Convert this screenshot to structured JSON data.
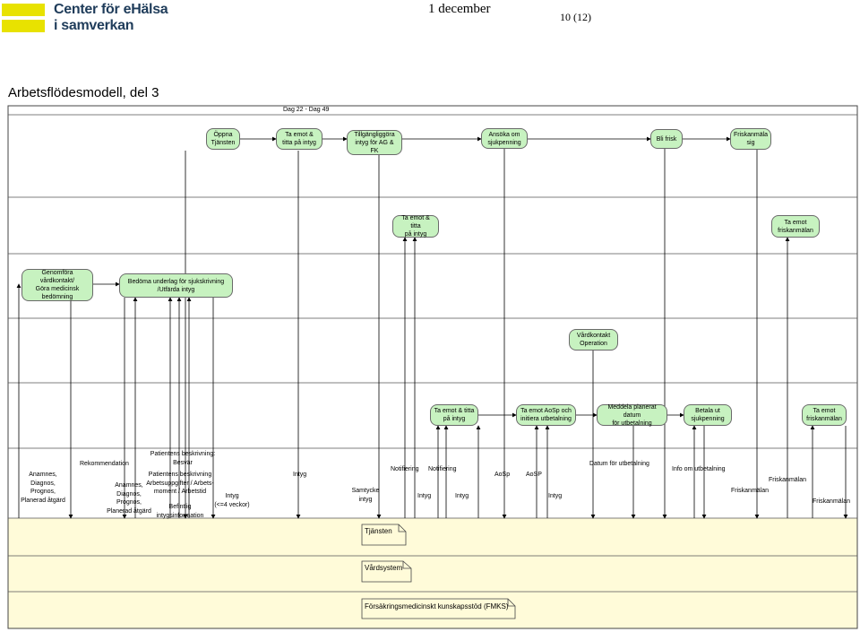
{
  "logo": {
    "line1": "Center för eHälsa",
    "line2": "i samverkan",
    "bar_color": "#e8e200",
    "text_color": "#1f3c5a"
  },
  "header": {
    "date": "1 december",
    "page": "10 (12)"
  },
  "title": "Arbetsflödesmodell, del 3",
  "diagram": {
    "period": "Dag 22 - Dag 49",
    "lane_color": "#fffbd9",
    "box_color": "#c7f2c0",
    "activities": {
      "oppna": "Öppna\nTjänsten",
      "ta_emot_intyg_p": "Ta emot &\ntitta på intyg",
      "tillgangliggora": "Tillgängliggöra\nintyg för AG & FK",
      "ansoka": "Ansöka om\nsjukpenning",
      "bli_frisk": "Bli frisk",
      "friskanmala": "Friskanmäla\nsig",
      "ag_ta_emot_intyg": "Ta emot & titta\npå intyg",
      "ag_ta_emot_frisk": "Ta emot\nfriskanmälan",
      "genomfora": "Genomföra vårdkontakt/\nGöra medicinsk\nbedömning",
      "bedoma": "Bedöma underlag för sjukskrivning\n/Utfärda intyg",
      "vardkontakt": "Vårdkontakt\nOperation",
      "fk_ta_emot_intyg": "Ta emot & titta\npå intyg",
      "fk_aosp": "Ta emot AoSp och\ninitiera utbetalning",
      "meddela": "Meddela planerat datum\nför utbetalning",
      "betala": "Betala ut\nsjukpenning",
      "fk_ta_emot_frisk": "Ta emot\nfriskanmälan"
    },
    "flow_labels": {
      "anamnes1": "Anamnes,\nDiagnos,\nPrognos,\nPlanerad åtgärd",
      "rekommendation": "Rekommendation",
      "anamnes2": "Anamnes,\nDiagnos,\nPrognos,\nPlanerad åtgärd",
      "besvar": "Patientens beskrivning:\nBesvär",
      "arbetsupp": "Patientens beskrivning\nArbetsuppgifter / Arbets-\nmoment / Arbetstid",
      "befintlig": "Befintlig\nintygsinformation",
      "intyg_veckor": "Intyg\n(<=4 veckor)",
      "intyg1": "Intyg",
      "samtycke": "Samtycke\nintyg",
      "notifiering1": "Notifiering",
      "notifiering2": "Notifiering",
      "intyg2": "Intyg",
      "intyg3": "Intyg",
      "aosp1": "AoSp",
      "aosp2": "AoSP",
      "intyg4": "Intyg",
      "datum": "Datum för utbetalning",
      "info": "Info om utbetalning",
      "frisk1": "Friskanmälan",
      "frisk2": "Friskanmälan",
      "frisk3": "Friskanmälan"
    },
    "systems": {
      "tjansten": "Tjänsten",
      "vardsystem": "Vårdsystem",
      "fmks": "Försäkringsmedicinskt kunskapsstöd (FMKS)"
    }
  }
}
